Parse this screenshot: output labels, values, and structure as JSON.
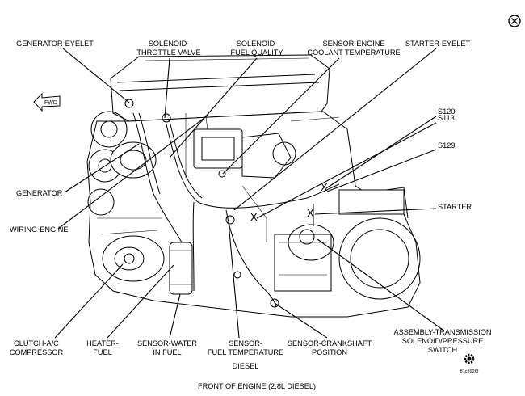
{
  "diagram": {
    "caption": "FRONT OF ENGINE (2.8L DIESEL)",
    "sub_caption": "DIESEL",
    "figure_id": "81c8926f",
    "direction_marker": "FWD",
    "marks": [
      "X",
      "X",
      "X"
    ],
    "callouts": {
      "generator_eyelet": [
        "GENERATOR-EYELET"
      ],
      "solenoid_throttle_valve": [
        "SOLENOID-",
        "THROTTLE VALVE"
      ],
      "solenoid_fuel_quality": [
        "SOLENOID-",
        "FUEL QUALITY"
      ],
      "sensor_engine_coolant_temperature": [
        "SENSOR-ENGINE",
        "COOLANT TEMPERATURE"
      ],
      "starter_eyelet": [
        "STARTER-EYELET"
      ],
      "s120": [
        "S120"
      ],
      "s113": [
        "S113"
      ],
      "s129": [
        "S129"
      ],
      "starter": [
        "STARTER"
      ],
      "generator": [
        "GENERATOR"
      ],
      "wiring_engine": [
        "WIRING-ENGINE"
      ],
      "clutch_ac_compressor": [
        "CLUTCH-A/C",
        "COMPRESSOR"
      ],
      "heater_fuel": [
        "HEATER-",
        "FUEL"
      ],
      "sensor_water_in_fuel": [
        "SENSOR-WATER",
        "IN FUEL"
      ],
      "sensor_fuel_temperature": [
        "SENSOR-",
        "FUEL TEMPERATURE"
      ],
      "sensor_crankshaft_position": [
        "SENSOR-CRANKSHAFT",
        "POSITION"
      ],
      "assembly_transmission_solenoid": [
        "ASSEMBLY-TRANSMISSION",
        "SOLENOID/PRESSURE",
        "SWITCH"
      ]
    }
  }
}
